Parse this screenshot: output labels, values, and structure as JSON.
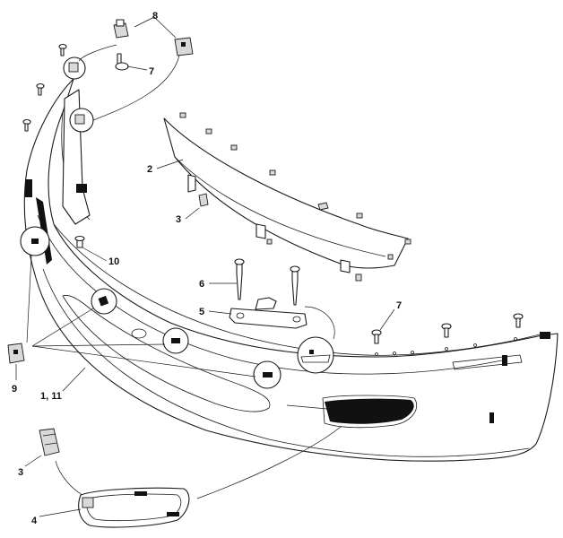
{
  "callouts": [
    {
      "id": "c8",
      "text": "8"
    },
    {
      "id": "c7a",
      "text": "7"
    },
    {
      "id": "c2",
      "text": "2"
    },
    {
      "id": "c3a",
      "text": "3"
    },
    {
      "id": "c10",
      "text": "10"
    },
    {
      "id": "c6",
      "text": "6"
    },
    {
      "id": "c5",
      "text": "5"
    },
    {
      "id": "c7b",
      "text": "7"
    },
    {
      "id": "c9",
      "text": "9"
    },
    {
      "id": "c1_11",
      "text": "1, 11"
    },
    {
      "id": "c3b",
      "text": "3"
    },
    {
      "id": "c4",
      "text": "4"
    }
  ]
}
